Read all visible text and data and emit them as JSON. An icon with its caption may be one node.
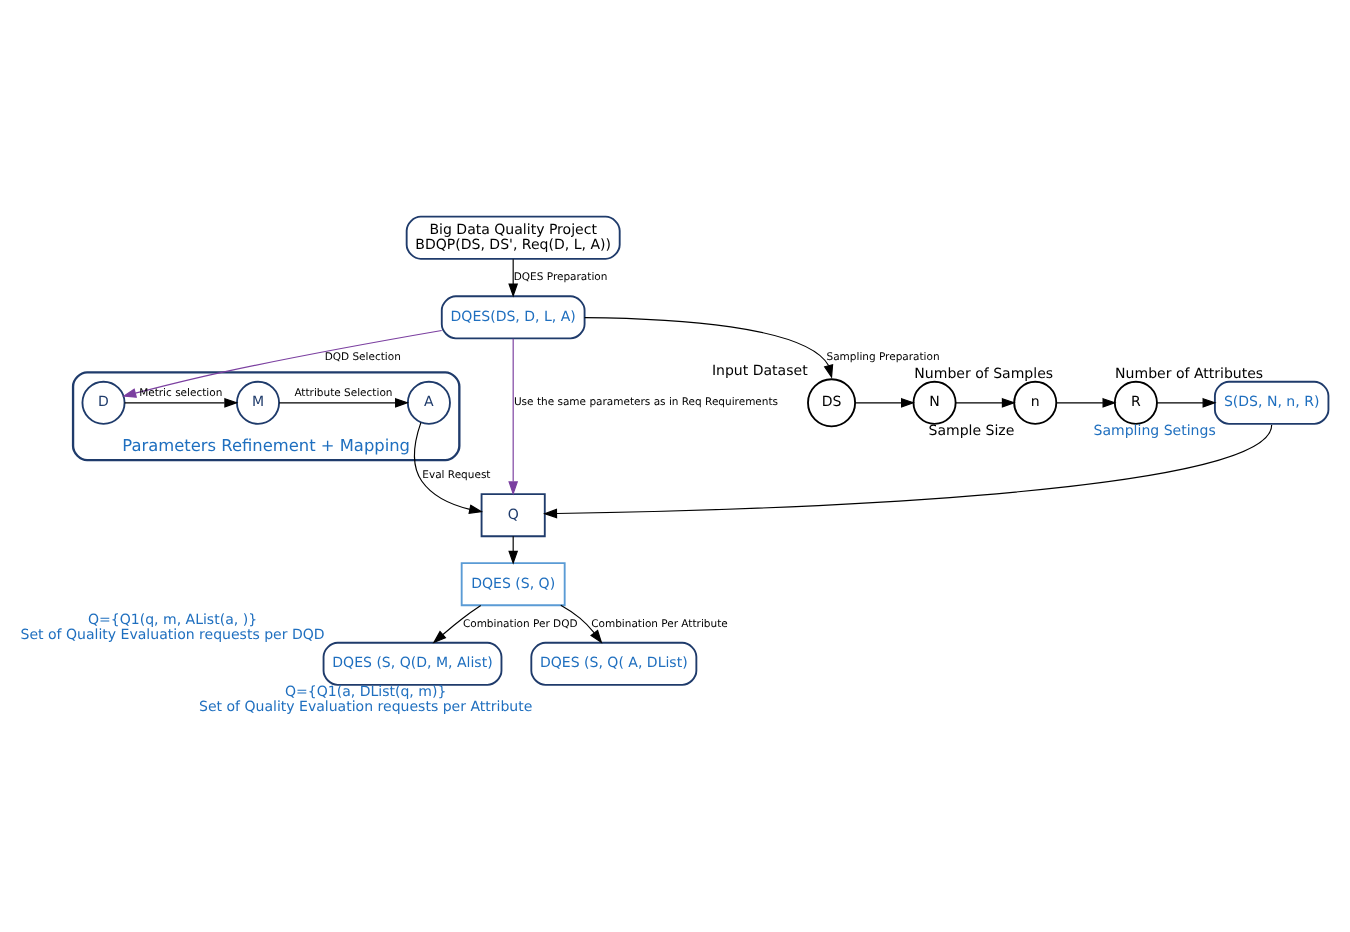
{
  "diagram": {
    "nodes": [
      {
        "text": [
          "Big Data Quality Project",
          "BDQP(DS, DS', Req(D, L, A))"
        ]
      },
      {
        "text": [
          "DQES(DS, D, L, A)"
        ]
      },
      {
        "text": [
          "Parameters Refinement + Mapping"
        ]
      },
      {
        "text": [
          "D"
        ],
        "in": 2
      },
      {
        "text": [
          "M"
        ],
        "in": 2
      },
      {
        "text": [
          "A"
        ],
        "in": 2
      },
      {
        "text": [
          "Q"
        ]
      },
      {
        "text": [
          "DQES (S, Q)"
        ]
      },
      {
        "text": [
          "DQES (S, Q(D, M, Alist)"
        ],
        "beside": [
          "Q={Q1(q, m, AList(a, )}",
          "Set of Quality Evaluation requests per DQD"
        ]
      },
      {
        "text": [
          "DQES (S, Q( A, DList)"
        ],
        "beside": [
          "Q={Q1(a, DList(q, m)}",
          "Set of Quality Evaluation requests per Attribute"
        ]
      },
      {
        "text": [
          "DS"
        ],
        "beside": [
          "Input Dataset"
        ]
      },
      {
        "text": [
          "N"
        ],
        "beside": [
          "Number of Samples"
        ]
      },
      {
        "text": [
          "n"
        ],
        "beside": [
          "Sample Size"
        ]
      },
      {
        "text": [
          "R"
        ],
        "beside": [
          "Number of Attributes"
        ]
      },
      {
        "text": [
          "S(DS, N, n, R)"
        ],
        "beside": [
          "Sampling Setings"
        ]
      }
    ],
    "edges": [
      {
        "from": 0,
        "to": 1,
        "arrow": "to",
        "label": "DQES Preparation"
      },
      {
        "from": 1,
        "to": 3,
        "arrow": "to",
        "label": "DQD Selection",
        "color": "#7b3fa0"
      },
      {
        "from": 1,
        "to": 6,
        "arrow": "to",
        "label": "Use the same parameters as in Req Requirements",
        "color": "#7b3fa0"
      },
      {
        "from": 3,
        "to": 4,
        "arrow": "to",
        "label": "Metric selection"
      },
      {
        "from": 4,
        "to": 5,
        "arrow": "to",
        "label": "Attribute Selection"
      },
      {
        "from": 5,
        "to": 6,
        "arrow": "to",
        "label": "Eval Request"
      },
      {
        "from": 6,
        "to": 7,
        "arrow": "to"
      },
      {
        "from": 7,
        "to": 8,
        "arrow": "to",
        "label": "Combination Per DQD"
      },
      {
        "from": 7,
        "to": 9,
        "arrow": "to",
        "label": "Combination Per Attribute"
      },
      {
        "from": 1,
        "to": 10,
        "arrow": "to",
        "label": "Sampling Preparation"
      },
      {
        "from": 10,
        "to": 11,
        "arrow": "to"
      },
      {
        "from": 11,
        "to": 12,
        "arrow": "to"
      },
      {
        "from": 12,
        "to": 13,
        "arrow": "to"
      },
      {
        "from": 13,
        "to": 14,
        "arrow": "to"
      },
      {
        "from": 14,
        "to": 6,
        "arrow": "to"
      }
    ]
  }
}
